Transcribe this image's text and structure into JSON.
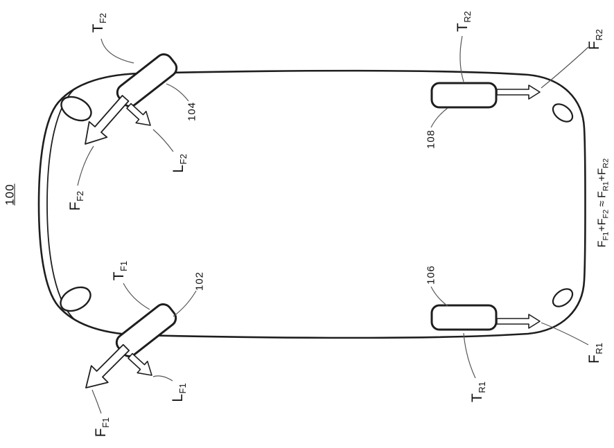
{
  "figure": {
    "reference": "100",
    "labels": {
      "t_f2": {
        "main": "T",
        "sub": "F2"
      },
      "t_f1": {
        "main": "T",
        "sub": "F1"
      },
      "t_r2": {
        "main": "T",
        "sub": "R2"
      },
      "t_r1": {
        "main": "T",
        "sub": "R1"
      },
      "f_f2": {
        "main": "F",
        "sub": "F2"
      },
      "f_f1": {
        "main": "F",
        "sub": "F1"
      },
      "f_r2": {
        "main": "F",
        "sub": "R2"
      },
      "f_r1": {
        "main": "F",
        "sub": "R1"
      },
      "l_f2": {
        "main": "L",
        "sub": "F2"
      },
      "l_f1": {
        "main": "L",
        "sub": "F1"
      },
      "ref_102": "102",
      "ref_104": "104",
      "ref_106": "106",
      "ref_108": "108"
    },
    "equation": {
      "lhs1": {
        "main": "F",
        "sub": "F1"
      },
      "op1": "+",
      "lhs2": {
        "main": "F",
        "sub": "F2"
      },
      "relation": "≈",
      "rhs1": {
        "main": "F",
        "sub": "R1"
      },
      "op2": "+",
      "rhs2": {
        "main": "F",
        "sub": "R2"
      }
    },
    "colors": {
      "line": "#1e1e1e",
      "leader": "#555555",
      "background": "#ffffff"
    }
  }
}
